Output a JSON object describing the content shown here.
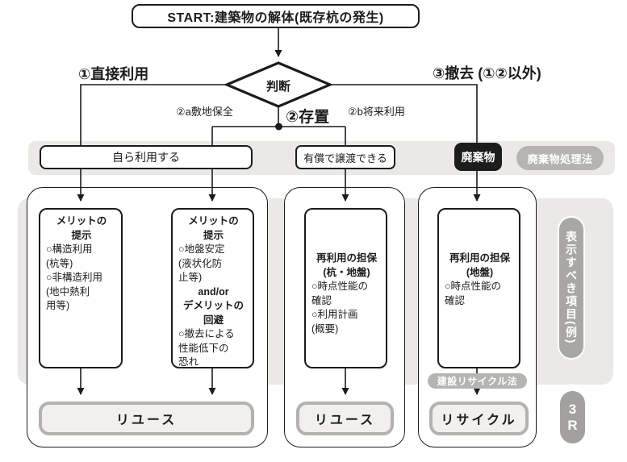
{
  "start": {
    "label": "START:建築物の解体(既存杭の発生)"
  },
  "decision": {
    "label": "判断"
  },
  "branches": {
    "direct_use": "①直接利用",
    "leave_in_place": "②存置",
    "site_preserve": "②a敷地保全",
    "future_use": "②b将来利用",
    "removal": "③撤去 (①②以外)"
  },
  "band": {
    "self_use": "自ら利用する",
    "paid_transfer": "有償で譲渡できる",
    "waste": "廃棄物",
    "waste_law": "廃棄物処理法"
  },
  "items": {
    "box1": {
      "title": "メリットの\n提示",
      "body": "○構造利用\n(杭等)\n○非構造利用\n(地中熱利\n用等)"
    },
    "box2": {
      "title": "メリットの\n提示",
      "body1": "○地盤安定\n(液状化防\n止等)",
      "andor": "and/or",
      "subtitle": "デメリットの\n回避",
      "body2": "○撤去による\n性能低下の\n恐れ"
    },
    "box3": {
      "title": "再利用の担保\n(杭・地盤)",
      "body": "○時点性能の\n確認\n○利用計画\n(概要)"
    },
    "box4": {
      "title": "再利用の担保\n(地盤)",
      "body": "○時点性能の\n確認"
    }
  },
  "outcomes": {
    "reuse1": "リユース",
    "reuse2": "リユース",
    "recycle": "リサイクル"
  },
  "side": {
    "recycle_law": "建設リサイクル法",
    "display_items": "表示すべき項目(例)",
    "three_r": "3\nR"
  },
  "colors": {
    "band_gray": "#eae9e6",
    "pill_gray": "#b5b4b0",
    "dark_pill_gray": "#a8a7a4",
    "line_black": "#1c1c1c",
    "outcome_fill": "#f1f0ee",
    "outcome_border": "#b3b2af"
  }
}
